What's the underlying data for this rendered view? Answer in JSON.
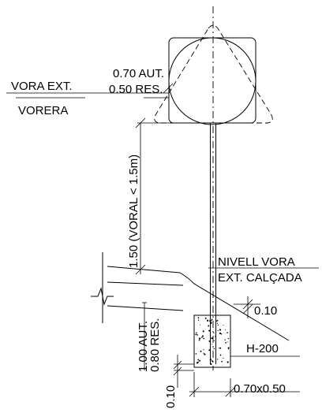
{
  "labels": {
    "aut_res_top": "0.70 AUT.",
    "aut_res_bottom": "0.50 RES.",
    "vora_ext": "VORA EXT.",
    "vorera": "VORERA",
    "height_note": "1.50 (VORAL < 1.5m)",
    "nivell_vora": "NIVELL VORA",
    "ext_calcada": "EXT. CALÇADA",
    "dim_010_right": "0.10",
    "foundation_aut": "1.00 AUT.",
    "foundation_res": "0.80 RES.",
    "dim_010_bottom": "0.10",
    "concrete": "H-200",
    "footing_size": "0.70x0.50"
  }
}
